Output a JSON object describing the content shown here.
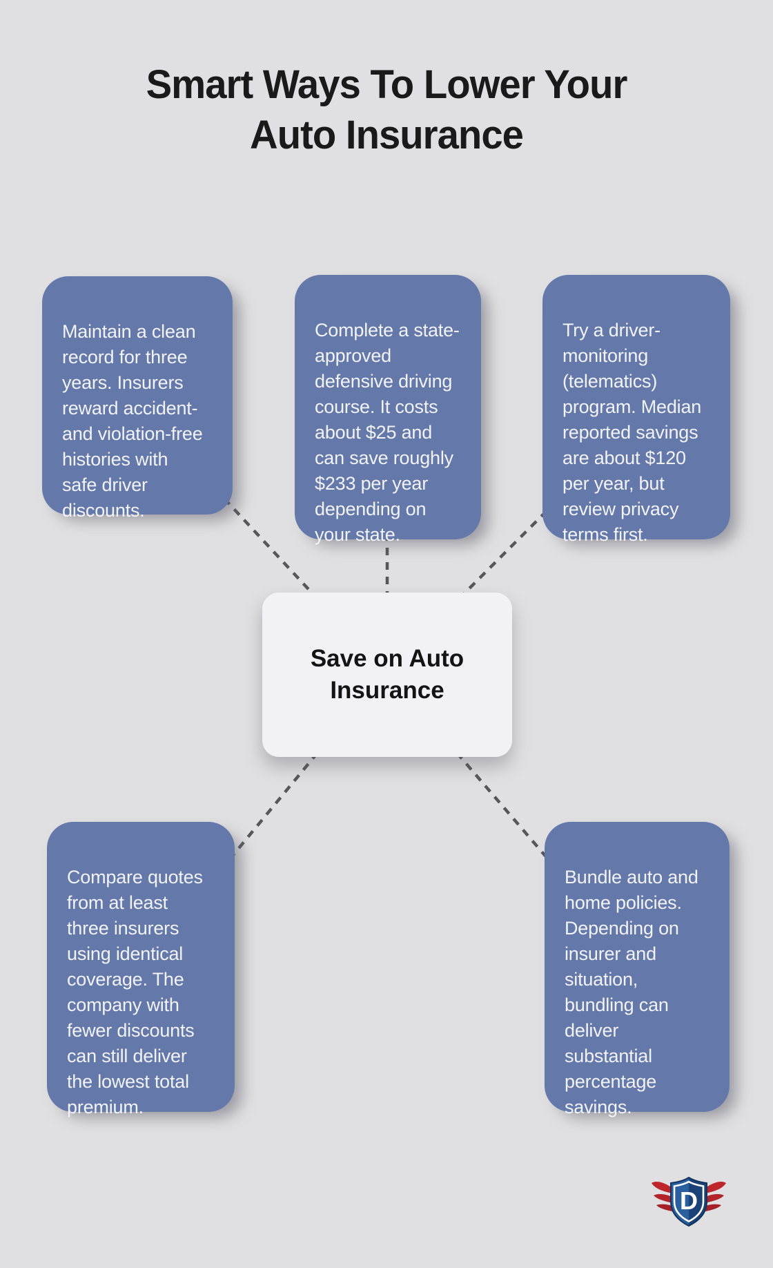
{
  "title": "Smart Ways To Lower Your\nAuto Insurance",
  "center": {
    "label": "Save on Auto\nInsurance"
  },
  "tips": [
    {
      "id": "clean-record",
      "text": "Maintain a clean\nrecord for three\nyears. Insurers\nreward accident-\nand violation-free\nhistories with\nsafe driver\ndiscounts."
    },
    {
      "id": "defensive-course",
      "text": "Complete a state-\napproved\ndefensive driving\ncourse. It costs\nabout $25 and\ncan save roughly\n$233 per year\ndepending on\nyour state."
    },
    {
      "id": "telematics",
      "text": "Try a driver-\nmonitoring\n(telematics)\nprogram. Median\nreported savings\nare about $120\nper year, but\nreview privacy\nterms first."
    },
    {
      "id": "compare-quotes",
      "text": "Compare quotes\nfrom at least\nthree insurers\nusing identical\ncoverage. The\ncompany with\nfewer discounts\ncan still deliver\nthe lowest total\npremium."
    },
    {
      "id": "bundle-policies",
      "text": "Bundle auto and\nhome policies.\nDepending on\ninsurer and\nsituation,\nbundling can\ndeliver\nsubstantial\npercentage\nsavings."
    }
  ],
  "logo": {
    "letter": "D"
  },
  "colors": {
    "background": "#e0e0e2",
    "tip_box": "#6478aa",
    "tip_text": "#f2f3f7",
    "center_box": "#f2f1f5",
    "center_text": "#141414",
    "title_text": "#1a1a1a",
    "connector": "#57575b",
    "logo_shield_blue": "#1b4276",
    "logo_wing_red": "#bf262c"
  }
}
